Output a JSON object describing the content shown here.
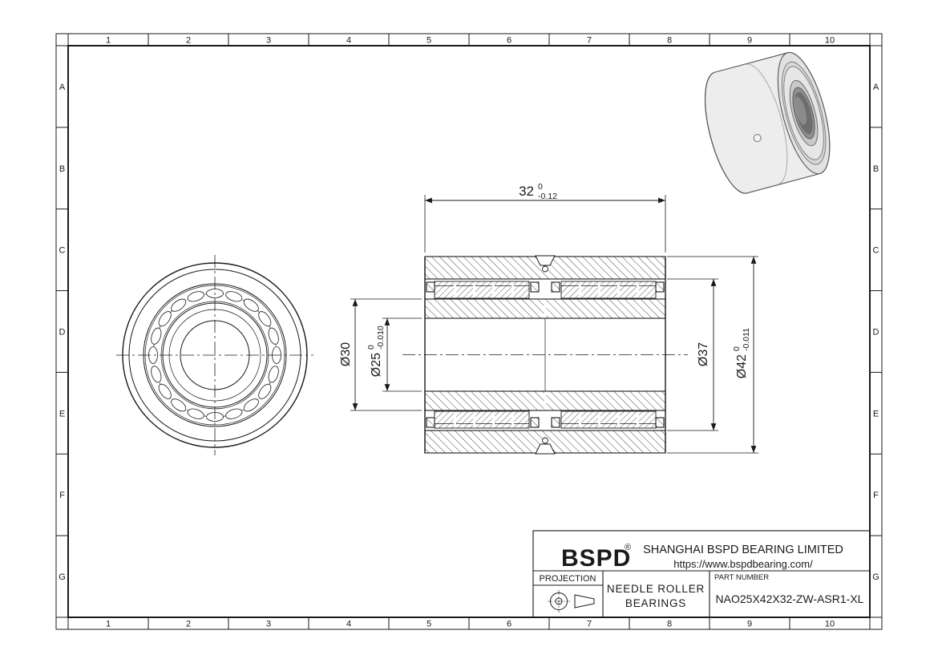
{
  "grid": {
    "columns": [
      "1",
      "2",
      "3",
      "4",
      "5",
      "6",
      "7",
      "8",
      "9",
      "10"
    ],
    "rows": [
      "A",
      "B",
      "C",
      "D",
      "E",
      "F",
      "G"
    ]
  },
  "dimensions": {
    "width": {
      "value": "32",
      "tol_upper": "0",
      "tol_lower": "-0.12"
    },
    "outer_diameter": {
      "value": "Ø42",
      "tol_upper": "0",
      "tol_lower": "-0.011"
    },
    "roller_pitch_diameter": {
      "value": "Ø37"
    },
    "inner_ring_od": {
      "value": "Ø30"
    },
    "bore_diameter": {
      "value": "Ø25",
      "tol_upper": "0",
      "tol_lower": "-0.010"
    }
  },
  "title_block": {
    "logo": "BSPD",
    "logo_registered": "®",
    "company": "SHANGHAI BSPD BEARING LIMITED",
    "website": "https://www.bspdbearing.com/",
    "projection_label": "PROJECTION",
    "product_line1": "NEEDLE ROLLER",
    "product_line2": "BEARINGS",
    "part_number_label": "PART NUMBER",
    "part_number": "NAO25X42X32-ZW-ASR1-XL"
  },
  "colors": {
    "line": "#1a1a1a",
    "background": "#ffffff"
  }
}
